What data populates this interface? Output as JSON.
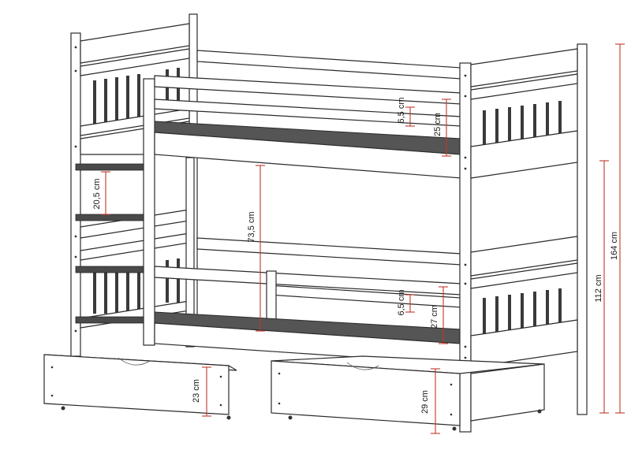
{
  "dimensions": {
    "total_height": "164 cm",
    "lower_section_height": "112 cm",
    "clearance_between_beds": "73,5 cm",
    "ladder_rung_spacing": "20,5 cm",
    "upper_rail_gap": "6,5 cm",
    "upper_rail_height": "25 cm",
    "lower_rail_gap": "6,5 cm",
    "lower_rail_height": "27 cm",
    "drawer_front_height": "23 cm",
    "drawer_total_height": "29 cm"
  },
  "colors": {
    "outline": "#2b2b2b",
    "dimension_line": "#c0392b"
  }
}
